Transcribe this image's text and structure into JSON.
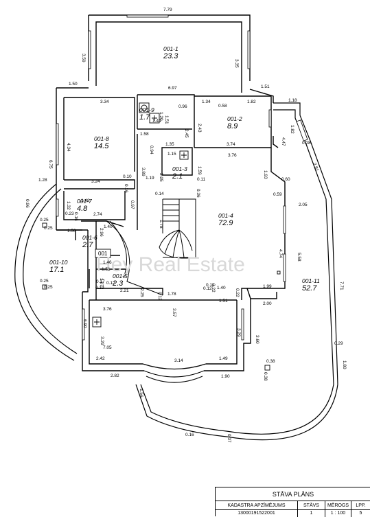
{
  "watermark": "Hey Real Estate",
  "rooms": [
    {
      "id": "001-1",
      "area": "23.3"
    },
    {
      "id": "001-8",
      "area": "14.5"
    },
    {
      "id": "001-9",
      "area": "1.7"
    },
    {
      "id": "001-2",
      "area": "8.9"
    },
    {
      "id": "001-3",
      "area": "2.1"
    },
    {
      "id": "001-7",
      "area": "4.8"
    },
    {
      "id": "001-4",
      "area": "72.9"
    },
    {
      "id": "001-6",
      "area": "2.7"
    },
    {
      "id": "001-5",
      "area": "2.3"
    },
    {
      "id": "001-10",
      "area": "17.1"
    },
    {
      "id": "001-11",
      "area": "52.7"
    }
  ],
  "stamp_label": "001",
  "dimensions": [
    "7.79",
    "3.59",
    "3.35",
    "1.50",
    "6.97",
    "1.51",
    "3.34",
    "0.96",
    "1.34",
    "0.58",
    "1.82",
    "1.18",
    "1.20",
    "1.51",
    "1.44",
    "2.45",
    "2.43",
    "1.82",
    "4.34",
    "6.75",
    "4.47",
    "0.28",
    "1.58",
    "0.94",
    "1.35",
    "3.74",
    "2.81",
    "3.76",
    "1.15",
    "3.89",
    "2.05",
    "1.59",
    "1.93",
    "0.10",
    "1.19",
    "0.11",
    "0.36",
    "0.16",
    "3.24",
    "0.60",
    "1.28",
    "0.96",
    "1.32",
    "1.48",
    "0.97",
    "0.59",
    "2.05",
    "0.14",
    "1.78",
    "0.23",
    "0.16",
    "2.74",
    "0.25",
    "0.25",
    "1.50",
    "2.96",
    "1.40",
    "5.58",
    "4.74",
    "1.46",
    "7.71",
    "1.07",
    "1.51",
    "0.17",
    "0.12",
    "0.19",
    "2.21",
    "2.25",
    "1.78",
    "3.57",
    "0.12",
    "0.11",
    "0.22",
    "1.40",
    "0.22",
    "1.99",
    "0.12",
    "1.51",
    "2.00",
    "0.25",
    "0.25",
    "3.76",
    "6.90",
    "3.29",
    "3.29",
    "3.60",
    "7.05",
    "0.29",
    "2.42",
    "3.14",
    "1.49",
    "0.38",
    "0.38",
    "1.80",
    "2.82",
    "1.90",
    "1.56",
    "0.16",
    "0.37"
  ],
  "title_block": {
    "title": "STĀVA PLĀNS",
    "headers": [
      "KADASTRA APZĪMĒJUMS",
      "STĀVS",
      "MĒROGS",
      "LPP."
    ],
    "values": [
      "13000191522001",
      "1",
      "1 : 100",
      "5"
    ]
  }
}
